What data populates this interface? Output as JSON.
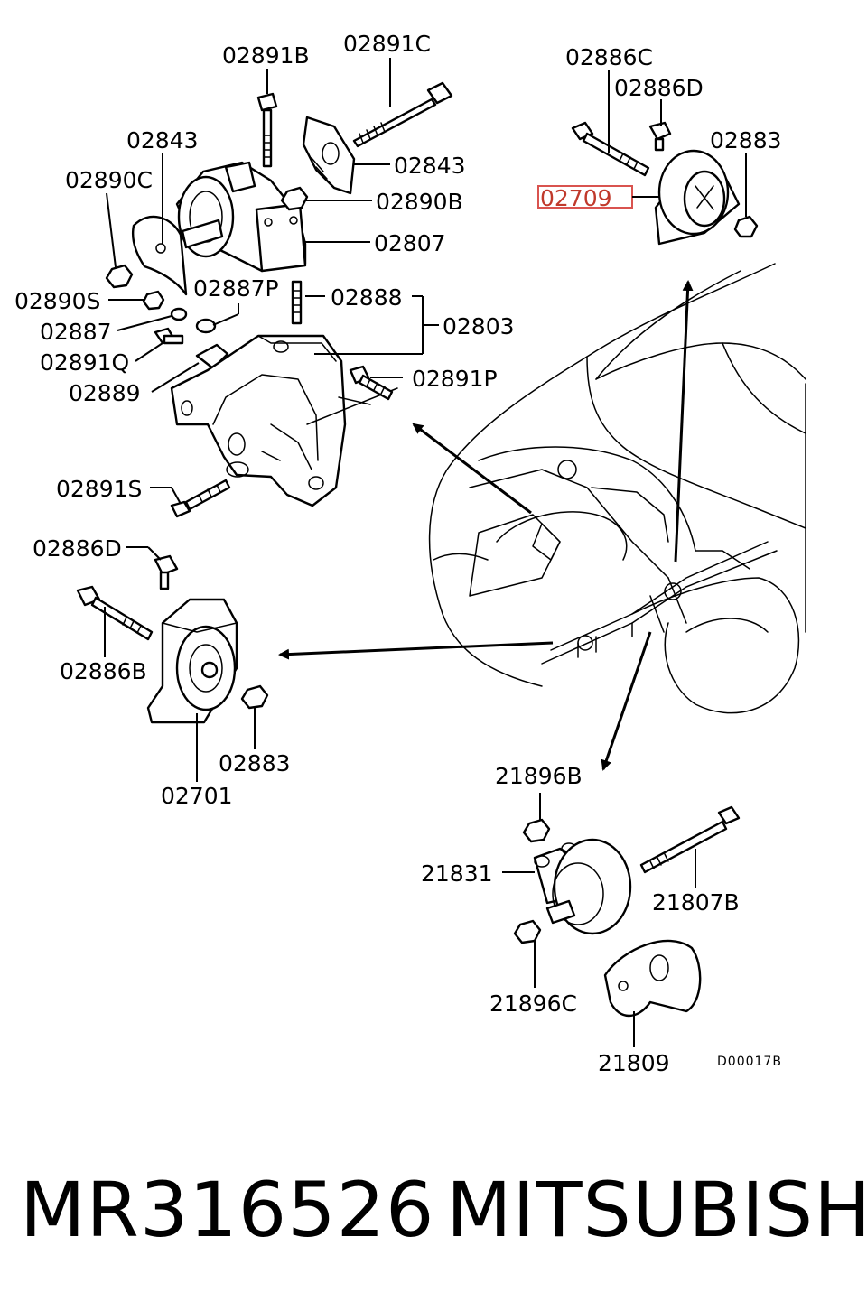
{
  "callouts": {
    "c02891B": "02891B",
    "c02891C": "02891C",
    "c02843a": "02843",
    "c02843b": "02843",
    "c02890C": "02890C",
    "c02890B": "02890B",
    "c02807": "02807",
    "c02890S": "02890S",
    "c02887P": "02887P",
    "c02888": "02888",
    "c02803": "02803",
    "c02887": "02887",
    "c02891Q": "02891Q",
    "c02889": "02889",
    "c02891P": "02891P",
    "c02891S": "02891S",
    "c02886C": "02886C",
    "c02886Da": "02886D",
    "c02883a": "02883",
    "c02709": "02709",
    "c02886Db": "02886D",
    "c02886B": "02886B",
    "c02883b": "02883",
    "c02701": "02701",
    "c21896B": "21896B",
    "c21831": "21831",
    "c21807B": "21807B",
    "c21896C": "21896C",
    "c21809": "21809"
  },
  "drawing_code": "D00017B",
  "highlighted_part": "02709",
  "highlight_color": "#d9534f",
  "footer": {
    "part_number": "MR316526",
    "brand": "MITSUBISHI"
  }
}
